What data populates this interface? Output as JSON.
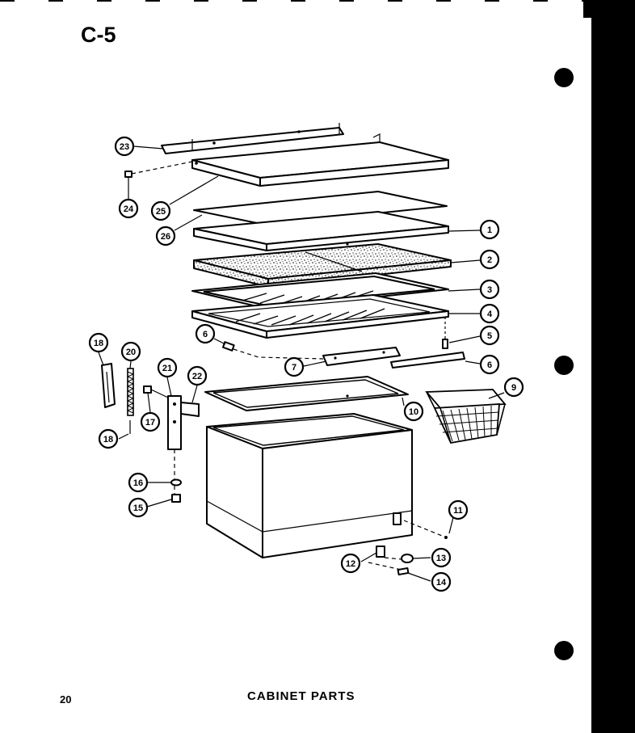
{
  "header": {
    "page_code": "C-5"
  },
  "footer": {
    "page_number": "20",
    "title": "CABINET PARTS"
  },
  "callouts": [
    {
      "id": "c1",
      "label": "1"
    },
    {
      "id": "c2",
      "label": "2"
    },
    {
      "id": "c3",
      "label": "3"
    },
    {
      "id": "c4",
      "label": "4"
    },
    {
      "id": "c5",
      "label": "5"
    },
    {
      "id": "c6a",
      "label": "6"
    },
    {
      "id": "c6b",
      "label": "6"
    },
    {
      "id": "c7",
      "label": "7"
    },
    {
      "id": "c9",
      "label": "9"
    },
    {
      "id": "c10",
      "label": "10"
    },
    {
      "id": "c11",
      "label": "11"
    },
    {
      "id": "c12",
      "label": "12"
    },
    {
      "id": "c13",
      "label": "13"
    },
    {
      "id": "c14",
      "label": "14"
    },
    {
      "id": "c15",
      "label": "15"
    },
    {
      "id": "c16",
      "label": "16"
    },
    {
      "id": "c17",
      "label": "17"
    },
    {
      "id": "c18a",
      "label": "18"
    },
    {
      "id": "c18b",
      "label": "18"
    },
    {
      "id": "c20",
      "label": "20"
    },
    {
      "id": "c21",
      "label": "21"
    },
    {
      "id": "c22",
      "label": "22"
    },
    {
      "id": "c23",
      "label": "23"
    },
    {
      "id": "c24",
      "label": "24"
    },
    {
      "id": "c25",
      "label": "25"
    },
    {
      "id": "c26",
      "label": "26"
    }
  ]
}
